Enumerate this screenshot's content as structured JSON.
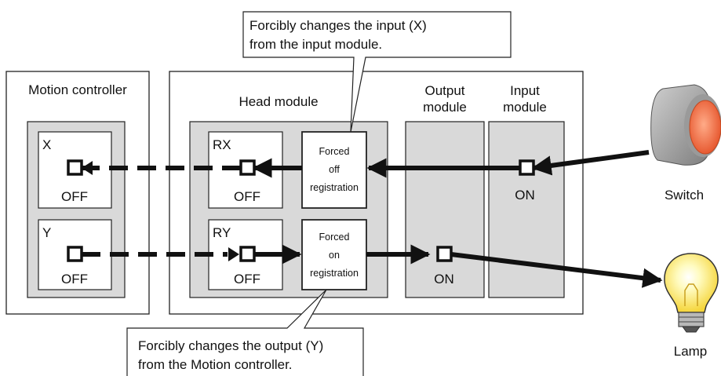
{
  "callouts": {
    "top_line1": "Forcibly changes the input (X)",
    "top_line2": "from the input module.",
    "bottom_line1": "Forcibly changes the output (Y)",
    "bottom_line2": "from the Motion controller."
  },
  "motion_controller": {
    "title": "Motion controller",
    "x_label": "X",
    "x_state": "OFF",
    "y_label": "Y",
    "y_state": "OFF"
  },
  "head_module": {
    "title": "Head module",
    "rx_label": "RX",
    "rx_state": "OFF",
    "ry_label": "RY",
    "ry_state": "OFF",
    "forced_off": [
      "Forced",
      "off",
      "registration"
    ],
    "forced_on": [
      "Forced",
      "on",
      "registration"
    ]
  },
  "output_module": {
    "title_line1": "Output",
    "title_line2": "module",
    "state": "ON"
  },
  "input_module": {
    "title_line1": "Input",
    "title_line2": "module",
    "state": "ON"
  },
  "devices": {
    "switch": "Switch",
    "lamp": "Lamp"
  },
  "colors": {
    "panel_gray": "#d9d9d9",
    "switch_red": "#f26a3c",
    "lamp_yellow": "#fff27a"
  },
  "icons": {
    "switch": "push-button-switch-icon",
    "lamp": "light-bulb-icon"
  }
}
